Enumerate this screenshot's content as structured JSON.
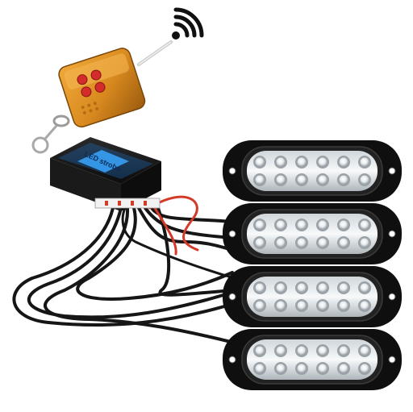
{
  "product": {
    "controller_label": "LED strobe",
    "lights_count": 4,
    "leds_per_light": 12,
    "remote_buttons": 4
  },
  "colors": {
    "background": "#ffffff",
    "housing": "#111111",
    "remote_body": "#d98a1f",
    "remote_button": "#d42b2b",
    "controller_glow": "#1e8fff",
    "wire_red": "#d43a2a",
    "wire_black": "#161616",
    "led_white": "#f4f6f7"
  },
  "icons": {
    "wireless": "wifi-signal-icon",
    "remote": "remote-keyfob",
    "controller": "strobe-controller-box",
    "lights": "led-strobe-bar"
  }
}
